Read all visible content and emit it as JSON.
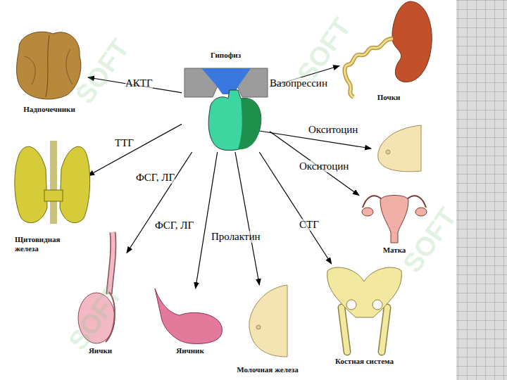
{
  "diagram": {
    "nodes": [
      {
        "text": [
          "Гипофиз"
        ]
      },
      {
        "text": [
          "Надпочечники"
        ]
      },
      {
        "text": [
          "Почки"
        ]
      },
      {
        "text": [
          "Щитовидная железа"
        ]
      },
      {
        "text": [
          "Матка"
        ]
      },
      {
        "text": [
          "Яички"
        ]
      },
      {
        "text": [
          "Яичник"
        ]
      },
      {
        "text": [
          "Молочная железа"
        ]
      },
      {
        "text": [
          "Костная система"
        ]
      }
    ],
    "edges": [
      {
        "from": 0,
        "to": 1,
        "label": "АКТГ",
        "arrow": "to"
      },
      {
        "from": 0,
        "to": 2,
        "label": "Вазопрессин",
        "arrow": "to"
      },
      {
        "from": 0,
        "to": 3,
        "label": "ТТГ",
        "arrow": "to"
      },
      {
        "from": 0,
        "to": 4,
        "label": "Окситоцин",
        "arrow": "to"
      },
      {
        "from": 0,
        "to": 5,
        "label": "ФСГ, ЛГ",
        "arrow": "to"
      },
      {
        "from": 0,
        "to": 6,
        "label": "ФСГ, ЛГ",
        "arrow": "to"
      },
      {
        "from": 0,
        "to": 7,
        "label": "Пролактин",
        "arrow": "to"
      },
      {
        "from": 0,
        "to": 8,
        "label": "СТГ",
        "arrow": "to"
      }
    ],
    "labels": [
      "Окситоцин",
      "SOFT",
      "SOFT",
      "SOFT",
      "SOFT"
    ]
  }
}
